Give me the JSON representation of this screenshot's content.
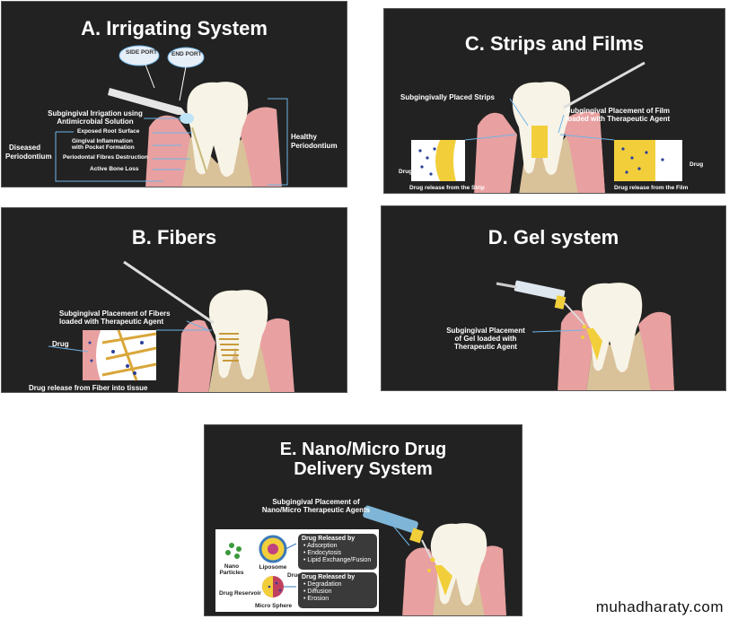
{
  "panels": {
    "a": {
      "title": "A. Irrigating System",
      "side_port": "SIDE PORT",
      "end_port": "END PORT",
      "irrigation": [
        "Subgingival Irrigation using",
        "Antimicrobial Solution"
      ],
      "exposed_root": "Exposed Root Surface",
      "inflammation": [
        "Gingival Inflammation",
        "with Pocket Formation"
      ],
      "fibres": "Periodontal Fibres Destruction",
      "bone_loss": "Active Bone Loss",
      "diseased": [
        "Diseased",
        "Periodontium"
      ],
      "healthy": [
        "Healthy",
        "Periodontium"
      ]
    },
    "b": {
      "title": "B. Fibers",
      "placement": [
        "Subgingival Placement of Fibers",
        "loaded with Therapeutic Agent"
      ],
      "drug": "Drug",
      "release": "Drug release from Fiber into tissue"
    },
    "c": {
      "title": "C. Strips and Films",
      "strips": "Subgingivally Placed Strips",
      "film": [
        "Subgingival Placement of Film",
        "loaded with Therapeutic Agent"
      ],
      "drug_left": "Drug",
      "drug_right": "Drug",
      "release_strip": "Drug release from the Strip",
      "release_film": "Drug release from the Film"
    },
    "d": {
      "title": "D. Gel system",
      "placement": [
        "Subgingival Placement",
        "of Gel loaded with",
        "Therapeutic Agent"
      ]
    },
    "e": {
      "title": [
        "E. Nano/Micro Drug",
        "Delivery System"
      ],
      "placement": [
        "Subgingival Placement of",
        "Nano/Micro Therapeutic Agents"
      ],
      "nano": [
        "Nano",
        "Particles"
      ],
      "liposome": "Liposome",
      "drug": "Drug",
      "reservoir": "Drug Reservoir",
      "micro_sphere": "Micro Sphere",
      "box1": {
        "heading": "Drug Released by",
        "items": [
          "• Adsorption",
          "• Endocytosis",
          "• Lipid Exchange/Fusion"
        ]
      },
      "box2": {
        "heading": "Drug Released by",
        "items": [
          "• Degradation",
          "• Diffusion",
          "• Erosion"
        ]
      }
    }
  },
  "watermark": "muhadharaty.com",
  "colors": {
    "panel_bg": "#222222",
    "gum": "#e8a0a0",
    "tooth": "#f7f3e6",
    "bone": "#d9c19a",
    "drug_yellow": "#f2cf3a",
    "leader_blue": "#6fb4e6"
  }
}
